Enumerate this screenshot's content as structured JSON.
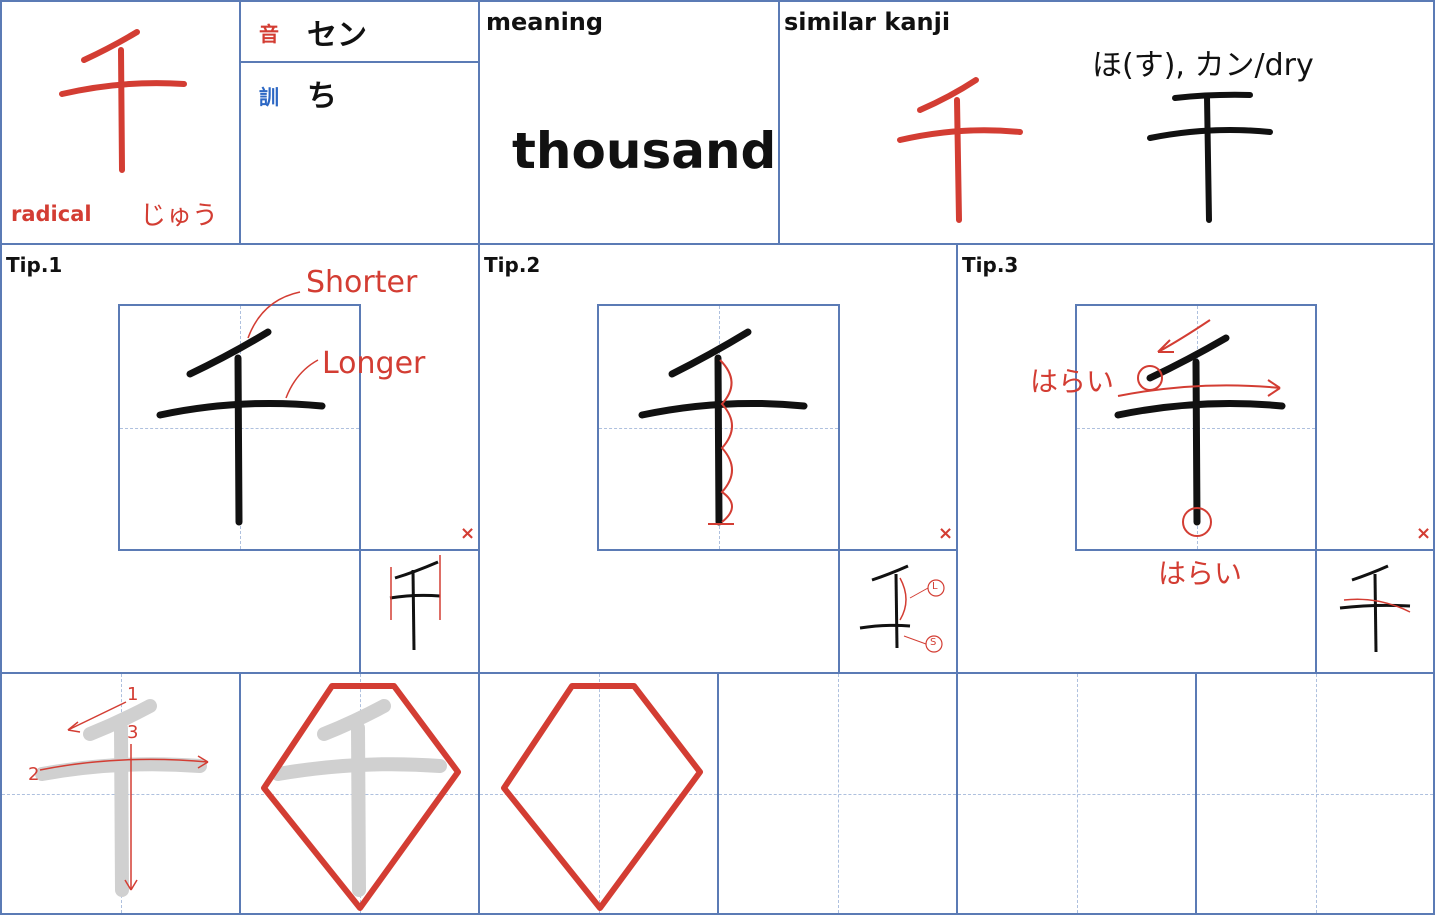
{
  "kanji": "千",
  "radical": {
    "label": "radical",
    "reading": "じゅう"
  },
  "readings": {
    "on_badge": "音",
    "on": "セン",
    "kun_badge": "訓",
    "kun": "ち"
  },
  "meaning": {
    "header": "meaning",
    "value": "thousand"
  },
  "similar": {
    "header": "similar kanji",
    "note": "ほ(す), カン/dry",
    "kanji": "干"
  },
  "tips": [
    {
      "label": "Tip.1",
      "shorter": "Shorter",
      "longer": "Longer",
      "x_mark": "×"
    },
    {
      "label": "Tip.2",
      "l_mark": "L",
      "s_mark": "S",
      "x_mark": "×"
    },
    {
      "label": "Tip.3",
      "harai_1": "はらい",
      "harai_2": "はらい",
      "x_mark": "×"
    }
  ],
  "stroke_order": {
    "n1": "1",
    "n2": "2",
    "n3": "3"
  },
  "colors": {
    "accent": "#d33d33",
    "border": "#5b7bb5",
    "blue": "#2c67c4"
  }
}
